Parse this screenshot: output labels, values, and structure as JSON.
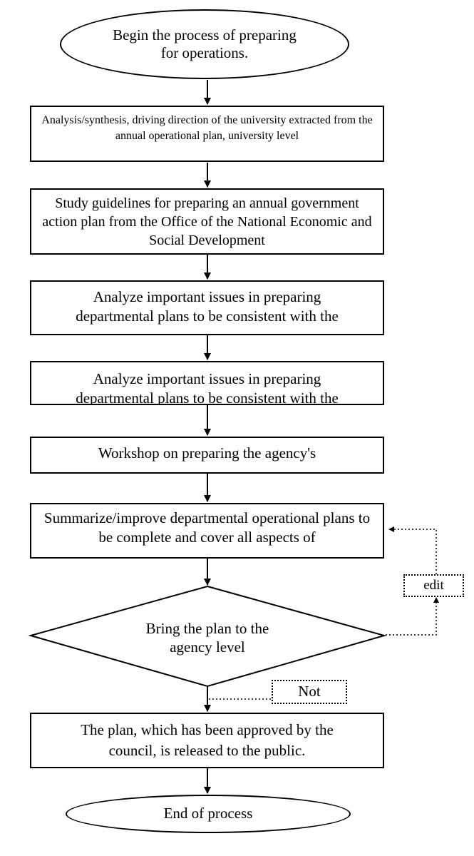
{
  "nodes": {
    "start": "Begin the process of preparing for operations.",
    "step1": "Analysis/synthesis, driving direction of the university extracted from the annual operational plan, university level",
    "step2": "Study guidelines for preparing an annual government action plan from the Office of the National Economic and Social Development",
    "step3": "Analyze important issues in preparing departmental plans to be consistent with the",
    "step4": "Analyze important issues in preparing departmental plans to be consistent with the",
    "step5": "Workshop on preparing the agency's",
    "step6": "Summarize/improve departmental operational plans to be complete and cover all aspects of",
    "decision": "Bring the plan to the agency level",
    "step7": "The plan, which has been approved by the council, is released to the public.",
    "end": "End of process"
  },
  "labels": {
    "edit": "edit",
    "not": "Not"
  }
}
